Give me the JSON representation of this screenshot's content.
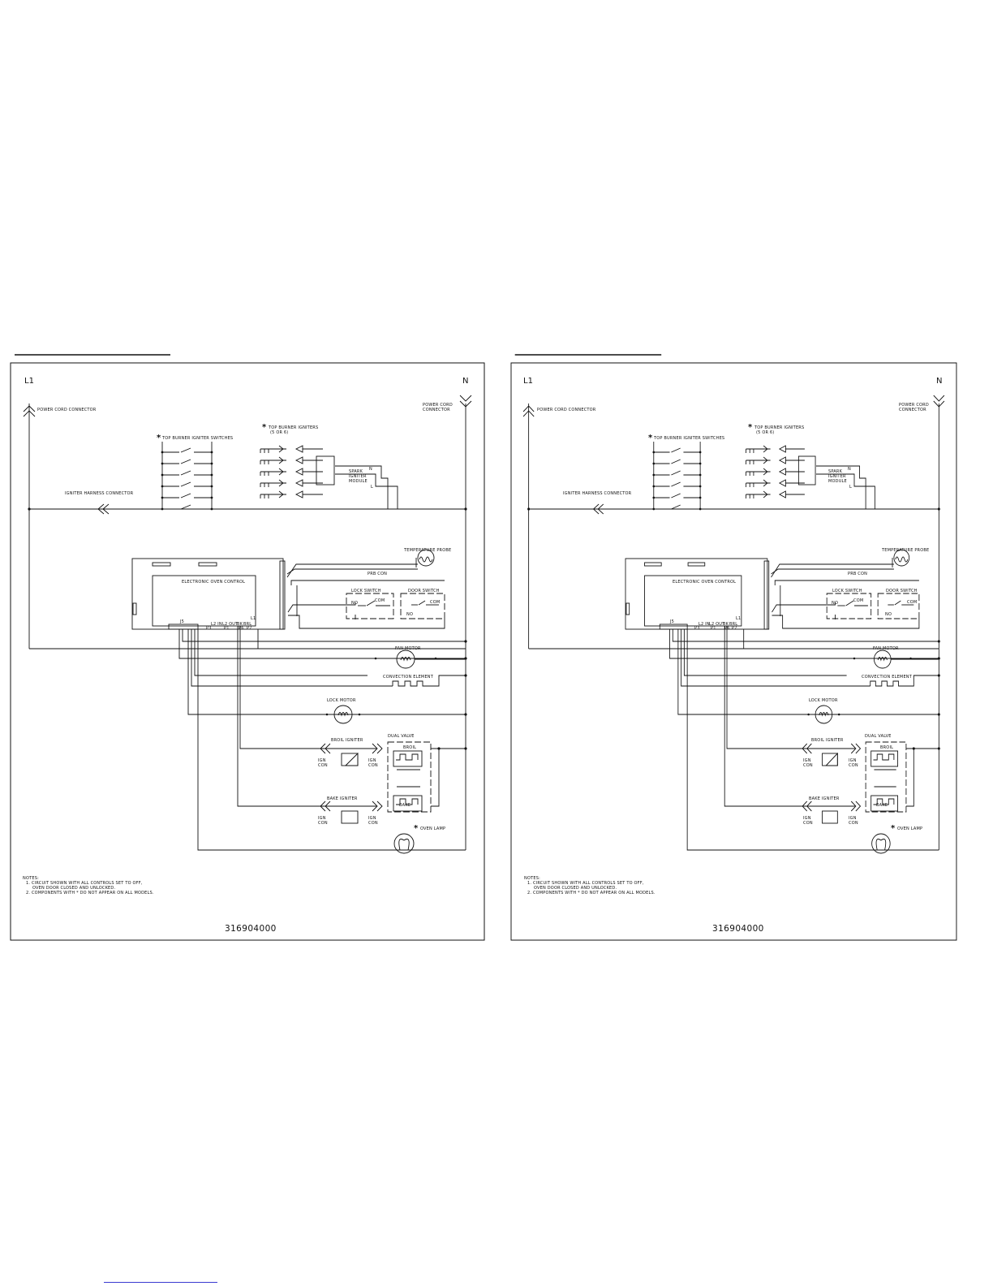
{
  "diagram": {
    "rail_left": "L1",
    "rail_right": "N",
    "power_cord_left": "POWER CORD CONNECTOR",
    "power_cord_right_l1": "POWER CORD",
    "power_cord_right_l2": "CONNECTOR",
    "top_burner_switches": "TOP BURNER IGNITER SWITCHES",
    "top_burner_igniters": "TOP BURNER IGNITERS",
    "igniter_count": "(5 OR 6)",
    "spark_l1": "SPARK",
    "spark_l2": "IGNITER",
    "spark_l3": "MODULE",
    "spark_n": "N",
    "spark_l": "L",
    "igniter_harness": "IGNITER HARNESS CONNECTOR",
    "temperature_probe": "TEMPERATURE PROBE",
    "prb_con": "PRB CON",
    "electronic_oven_control": "ELECTRONIC OVEN CONTROL",
    "lock_switch": "LOCK SWITCH",
    "door_switch": "DOOR SWITCH",
    "no": "NO",
    "com": "COM",
    "fan_motor": "FAN MOTOR",
    "convection_element": "CONVECTION ELEMENT",
    "lock_motor": "LOCK MOTOR",
    "broil_igniter": "BROIL IGNITER",
    "bake_igniter": "BAKE IGNITER",
    "dual_valve": "DUAL VALVE",
    "broil": "BROIL",
    "bake": "BAKE",
    "ign": "IGN",
    "con": "CON",
    "oven_lamp": "OVEN LAMP",
    "star": "*",
    "notes_title": "NOTES:",
    "note_1a": "1. CIRCUIT SHOWN WITH ALL CONTROLS SET TO OFF,",
    "note_1b": "OVEN DOOR CLOSED AND UNLOCKED.",
    "note_2": "2. COMPONENTS WITH * DO NOT APPEAR ON ALL MODELS.",
    "part_number": "316904000",
    "pin_l2in": "L2 IN",
    "pin_l2out": "L2 OUT",
    "pin_bk": "BK",
    "pin_brl": "BRL",
    "pin_l1": "L1",
    "pin_p3": "P3",
    "pin_p1": "P1",
    "pin_p6": "P6",
    "pin_p7": "P7",
    "pin_j5": "J5"
  }
}
